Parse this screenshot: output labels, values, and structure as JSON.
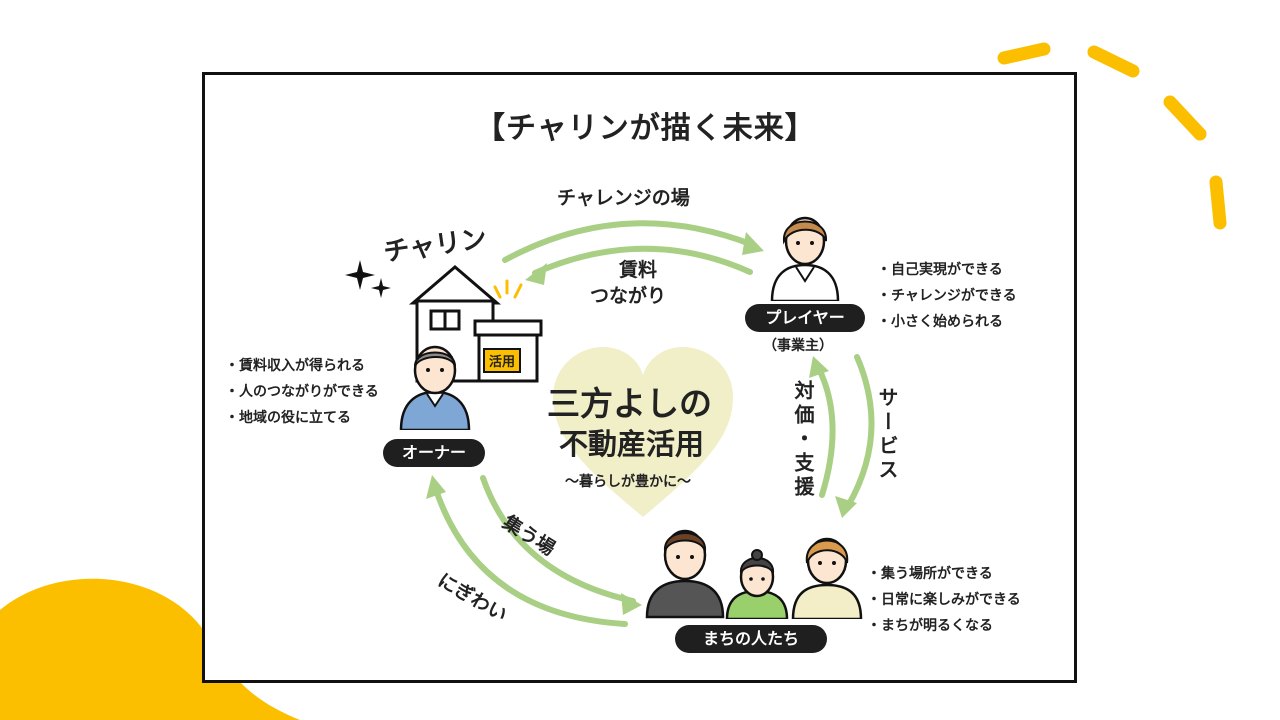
{
  "title": "【チャリンが描く未来】",
  "logo_text": "チャリン",
  "house_sign": "活用",
  "center": {
    "line1": "三方よしの",
    "line2": "不動産活用",
    "sub": "〜暮らしが豊かに〜"
  },
  "flows": {
    "challenge": "チャレンジの場",
    "rent_line1": "賃料",
    "rent_line2": "つながり",
    "compensation": "対価・支援",
    "service": "サービス",
    "gathering": "集う場",
    "liveliness": "にぎわい"
  },
  "nodes": {
    "owner": {
      "label": "オーナー",
      "benefits": [
        "賃料収入が得られる",
        "人のつながりができる",
        "地域の役に立てる"
      ]
    },
    "player": {
      "label": "プレイヤー",
      "sublabel": "（事業主）",
      "benefits": [
        "自己実現ができる",
        "チャレンジができる",
        "小さく始められる"
      ]
    },
    "community": {
      "label": "まちの人たち",
      "benefits": [
        "集う場所ができる",
        "日常に楽しみができる",
        "まちが明るくなる"
      ]
    }
  },
  "colors": {
    "accent_yellow": "#FBBF00",
    "arrow_green": "#A9CF85",
    "heart_cream": "#F1EFC8",
    "pill_black": "#1F1F1F"
  }
}
